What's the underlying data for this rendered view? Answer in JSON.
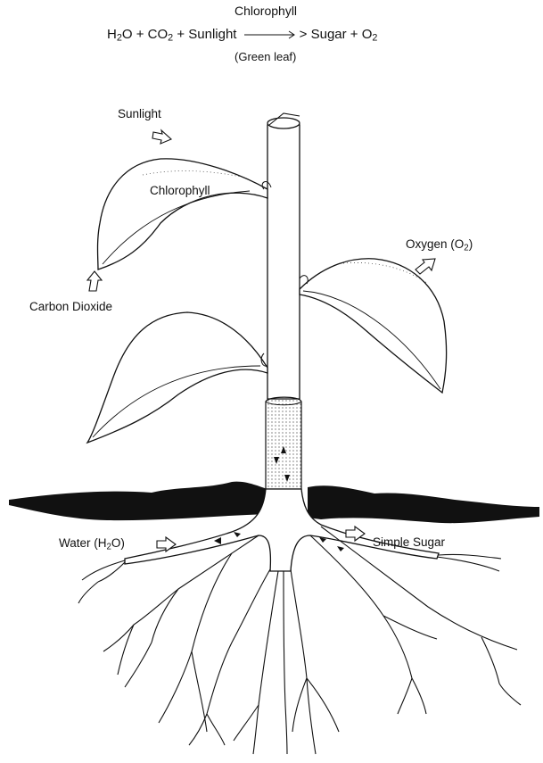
{
  "equation": {
    "above_arrow": "Chlorophyll",
    "water": "H",
    "water_sub": "2",
    "water_tail": "O",
    "co2": "CO",
    "co2_sub": "2",
    "sunlight": "Sunlight",
    "arrow_tip": ">",
    "sugar": "Sugar",
    "o2": "O",
    "o2_sub": "2",
    "plus": "+",
    "below_arrow": "(Green leaf)"
  },
  "labels": {
    "sunlight": "Sunlight",
    "chlorophyll": "Chlorophyll",
    "carbon_dioxide": "Carbon Dioxide",
    "oxygen": "Oxygen (O",
    "oxygen_sub": "2",
    "oxygen_tail": ")",
    "water": "Water (H",
    "water_sub": "2",
    "water_tail": "O)",
    "simple_sugar": "Simple Sugar"
  }
}
